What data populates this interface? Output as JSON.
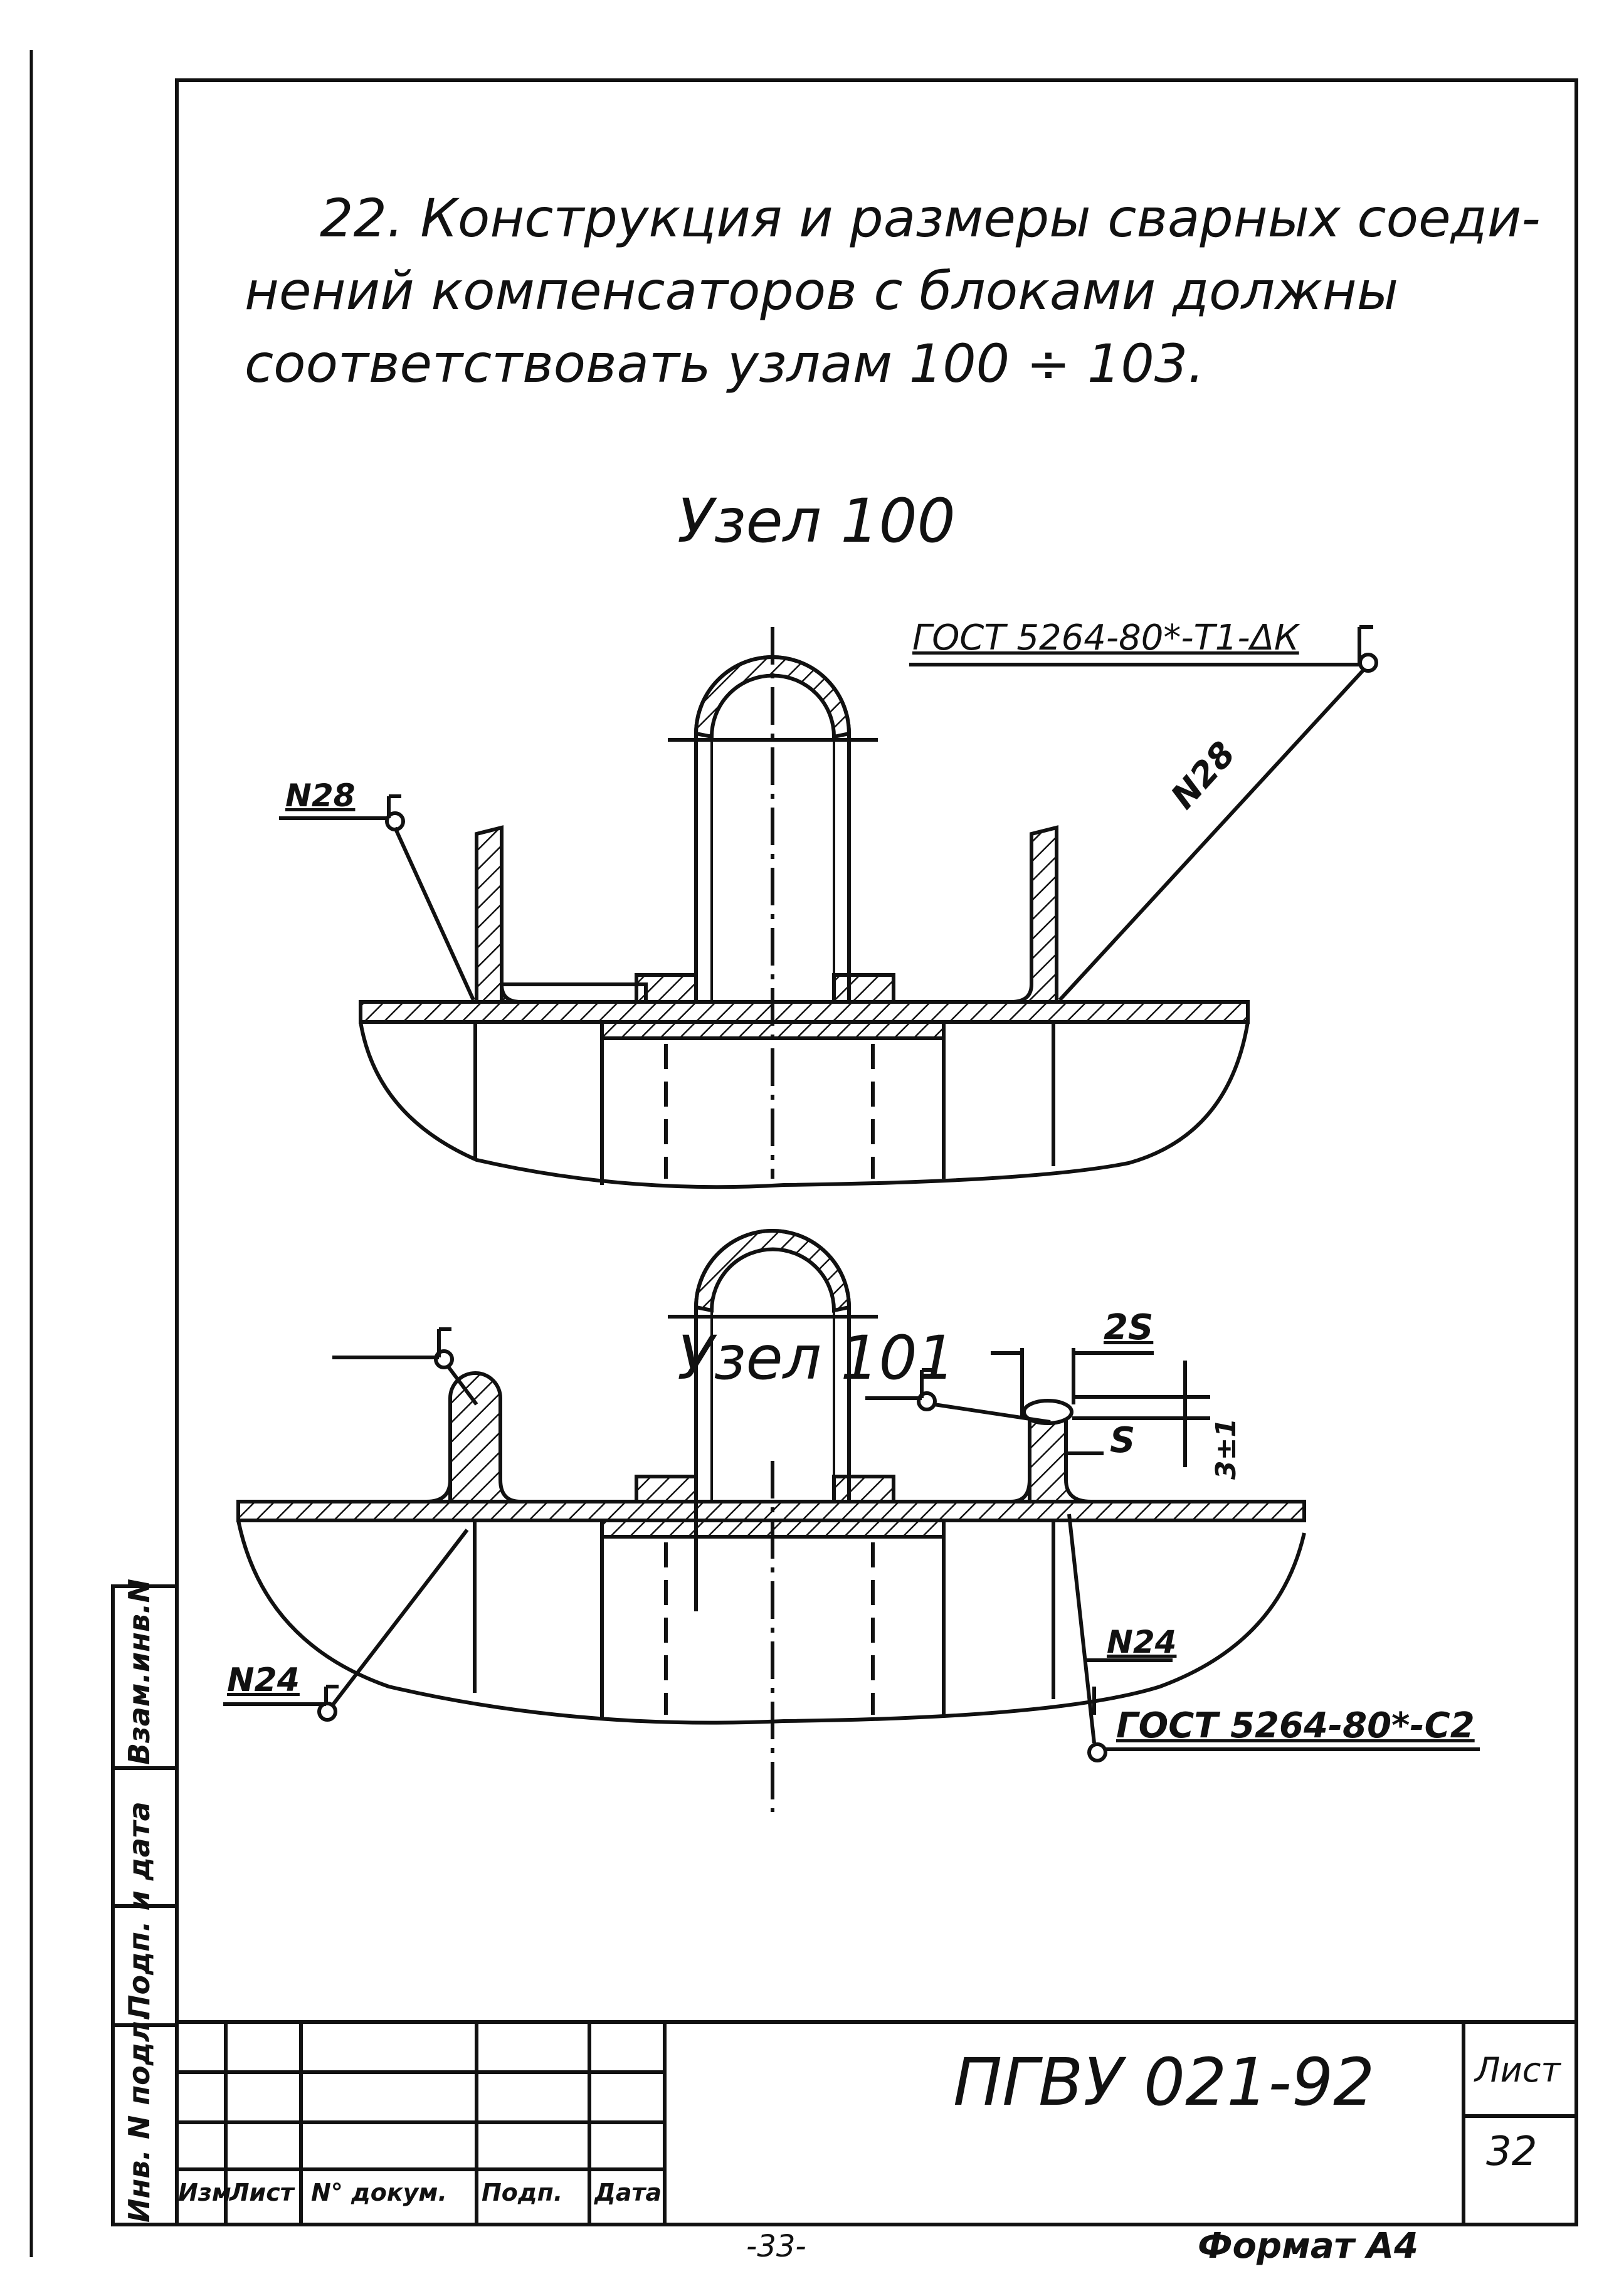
{
  "paragraph": {
    "line1": "22. Конструкция и размеры сварных соеди-",
    "line2": "нений компенсаторов с блоками должны",
    "line3": "соответствовать узлам 100 ÷ 103."
  },
  "node100": {
    "title": "Узел 100",
    "gost_callout": "ГОСТ 5264-80*-Т1-ΔК",
    "weld_left": "N28",
    "weld_right": "N28"
  },
  "node101": {
    "title": "Узел 101",
    "dim_2s": "2S",
    "dim_s": "S",
    "dim_3": "3±1",
    "weld_left": "N24",
    "weld_right": "N24",
    "gost_callout": "ГОСТ 5264-80*-С2"
  },
  "side_stamp": {
    "inv_orig": "Инв. N подл.",
    "sign_date": "Подп. и дата",
    "replace_inv": "Взам.инв.N"
  },
  "title_block": {
    "doc_code": "ПГВУ 021-92",
    "sheet_label": "Лист",
    "sheet_number": "32",
    "col_izm": "Изм",
    "col_list": "Лист",
    "col_doc": "N° докум.",
    "col_sign": "Подп.",
    "col_date": "Дата"
  },
  "footer": {
    "page_number": "-33-",
    "format": "Формат А4"
  }
}
